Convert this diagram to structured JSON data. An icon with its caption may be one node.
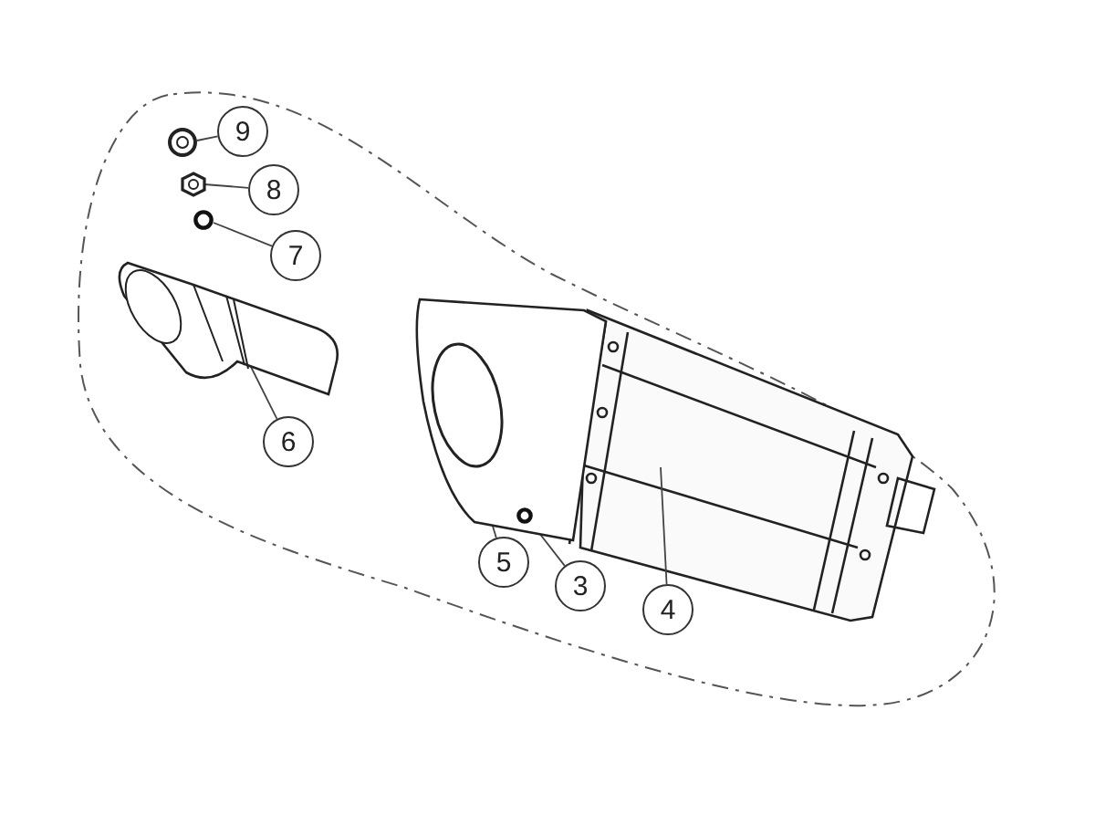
{
  "diagram": {
    "nodes": [
      {
        "text": [
          "9"
        ]
      },
      {
        "text": [
          "8"
        ]
      },
      {
        "text": [
          "7"
        ]
      },
      {
        "text": [
          "6"
        ]
      },
      {
        "text": [
          "5"
        ]
      },
      {
        "text": [
          "3"
        ]
      },
      {
        "text": [
          "4"
        ]
      },
      {
        "text": [],
        "shape": "picture"
      },
      {
        "text": [],
        "shape": "picture"
      },
      {
        "text": [],
        "shape": "circle"
      },
      {
        "text": [],
        "shape": "picture"
      },
      {
        "text": [],
        "shape": "picture"
      },
      {
        "text": [],
        "shape": "circle",
        "in": 11
      }
    ],
    "edges": [
      {
        "from": 0,
        "to": 7,
        "arrow": "none"
      },
      {
        "from": 1,
        "to": 8,
        "arrow": "none"
      },
      {
        "from": 2,
        "to": 9,
        "arrow": "none"
      },
      {
        "from": 3,
        "to": 10,
        "arrow": "none"
      },
      {
        "from": 4,
        "to": 11,
        "arrow": "none"
      },
      {
        "from": 5,
        "to": 12,
        "arrow": "none"
      },
      {
        "from": 6,
        "to": null,
        "arrow": "none"
      }
    ]
  }
}
